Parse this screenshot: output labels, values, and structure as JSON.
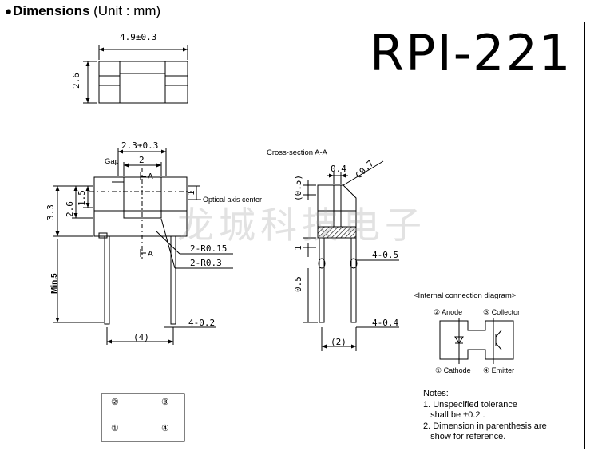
{
  "header": {
    "bullet": "●",
    "bold_text": "Dimensions",
    "unit_text": " (Unit : mm)"
  },
  "model": "RPI-221",
  "watermark": "龙城科技电子",
  "top_view": {
    "width_dim": "4.9±0.3",
    "height_dim": "2.6"
  },
  "front_view": {
    "gap_width_dim": "2.3±0.3",
    "gap_label": "Gap",
    "gap_inner_dim": "2",
    "section_mark_top": "A",
    "section_mark_bottom": "A",
    "height_dim": "3.3",
    "height2_dim": "2.6",
    "height3_dim": "1.5",
    "axis_dim": "1",
    "optical_axis_label": "Optical axis center",
    "radius1_label": "2-R0.15",
    "radius2_label": "2-R0.3",
    "lead_length_label": "Min.5",
    "lead_pitch_label": "(4)",
    "lead_width_label": "4-0.2"
  },
  "cross_section": {
    "title": "Cross-section A-A",
    "top_width_dim": "0.4",
    "chamfer_label": "C0.7",
    "top_height_dim": "(0.5)",
    "dim_1": "1",
    "dim_05": "0.5",
    "lead_dim_1": "4-0.5",
    "lead_dim_2": "4-0.4",
    "pitch_dim": "(2)"
  },
  "connection": {
    "title": "<Internal connection diagram>",
    "anode": "② Anode",
    "collector": "③ Collector",
    "cathode": "① Cathode",
    "emitter": "④ Emitter"
  },
  "bottom_view": {
    "pin2": "②",
    "pin3": "③",
    "pin1": "①",
    "pin4": "④"
  },
  "notes": {
    "title": "Notes:",
    "line1": "1. Unspecified tolerance",
    "line2": "   shall be ±0.2 .",
    "line3": "2. Dimension in parenthesis are",
    "line4": "   show for reference."
  }
}
